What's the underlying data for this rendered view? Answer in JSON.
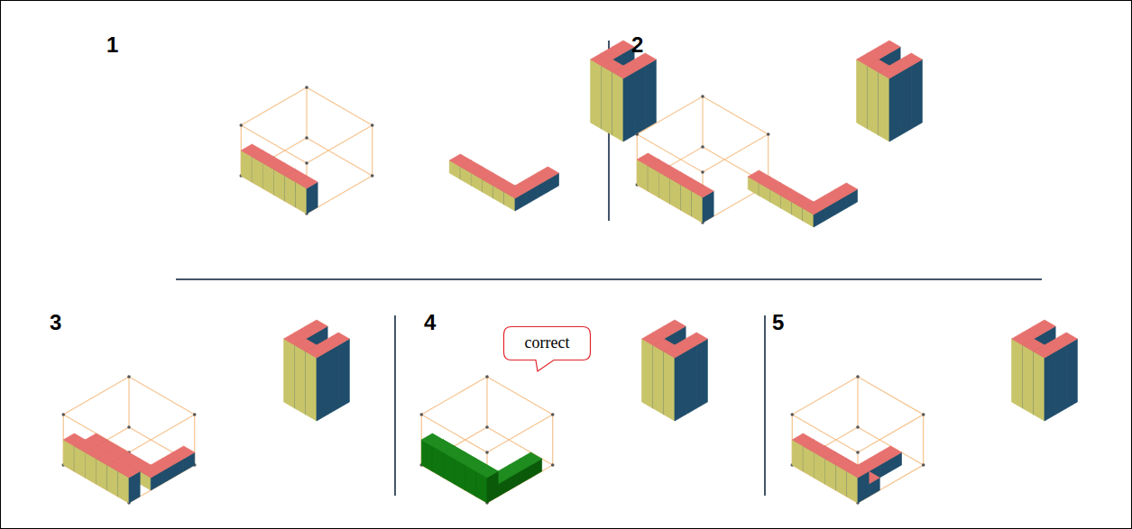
{
  "diagram": {
    "nodes": [
      {
        "text": [
          "correct"
        ]
      }
    ],
    "labels": [
      "1",
      "2",
      "3",
      "4",
      "5"
    ]
  }
}
